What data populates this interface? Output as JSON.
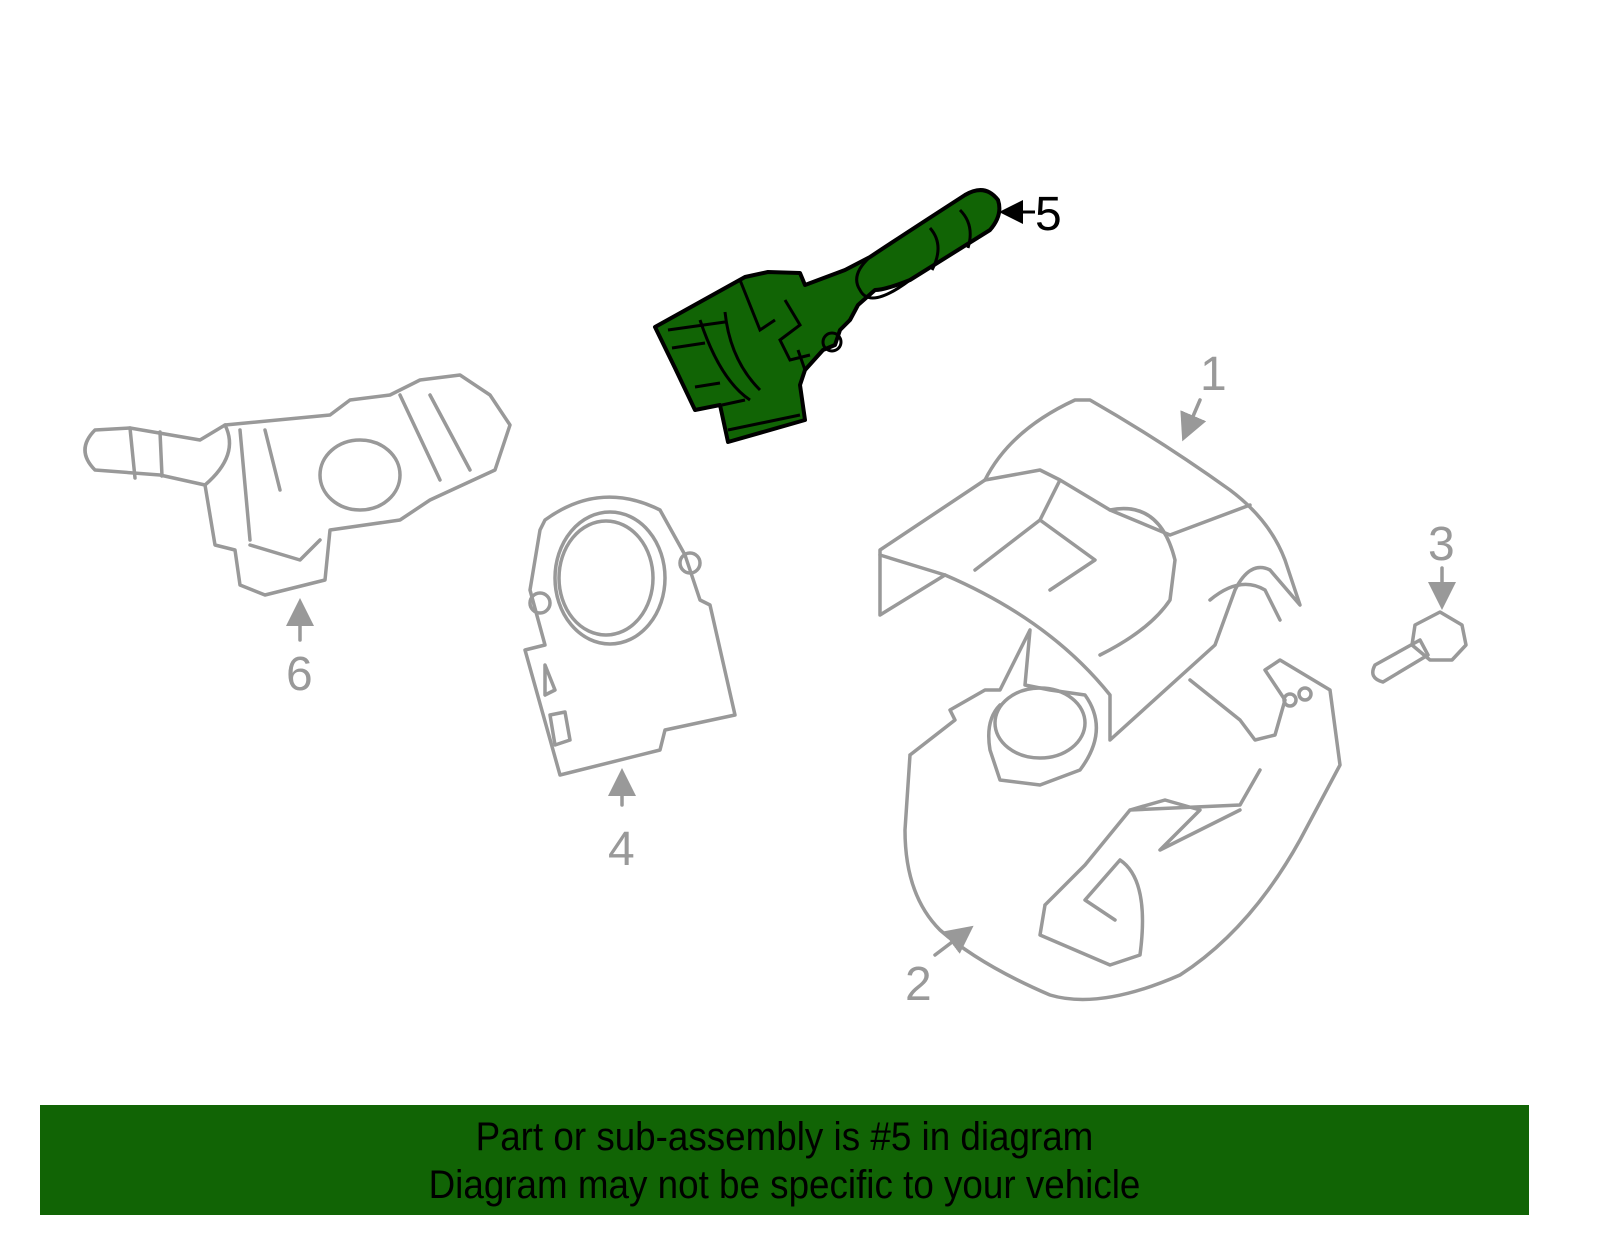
{
  "diagram": {
    "highlighted_part": "5",
    "highlight_color": "#116405",
    "callouts": [
      {
        "label": "1"
      },
      {
        "label": "2"
      },
      {
        "label": "3"
      },
      {
        "label": "4"
      },
      {
        "label": "5"
      },
      {
        "label": "6"
      }
    ]
  },
  "banner": {
    "line1": "Part or sub-assembly is #5 in diagram",
    "line2": "Diagram may not be specific to your vehicle",
    "background": "#116405"
  }
}
